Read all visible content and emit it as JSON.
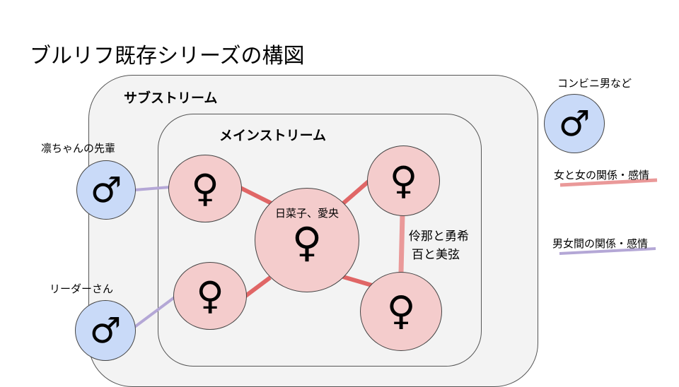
{
  "title": "ブルリフ既存シリーズの構図",
  "outer_box": {
    "label": "サブストリーム"
  },
  "inner_box": {
    "label": "メインストリーム"
  },
  "symbols": {
    "female": "♀",
    "male": "♂"
  },
  "nodes": {
    "center": {
      "label": "日菜子、愛央"
    },
    "female_top_left": {
      "label": ""
    },
    "female_bottom_left": {
      "label": ""
    },
    "female_top_right": {
      "label": ""
    },
    "female_bottom_right": {
      "label": ""
    },
    "male_top": {
      "label": "凛ちゃんの先輩"
    },
    "male_bottom": {
      "label": "リーダーさん"
    },
    "male_legend": {
      "label": "コンビニ男など"
    }
  },
  "pair_label": {
    "line1": "伶那と勇希",
    "line2": "百と美弦"
  },
  "legend": {
    "female_female": {
      "label": "女と女の関係・感情",
      "color": "#e06666"
    },
    "male_female": {
      "label": "男女間の関係・感情",
      "color": "#b4a7d6"
    }
  },
  "colors": {
    "female_fill": "#f4cccc",
    "male_fill": "#c9daf8",
    "ff_line": "#e06666",
    "ff_line_light": "#ea9999",
    "mf_line": "#b4a7d6"
  }
}
